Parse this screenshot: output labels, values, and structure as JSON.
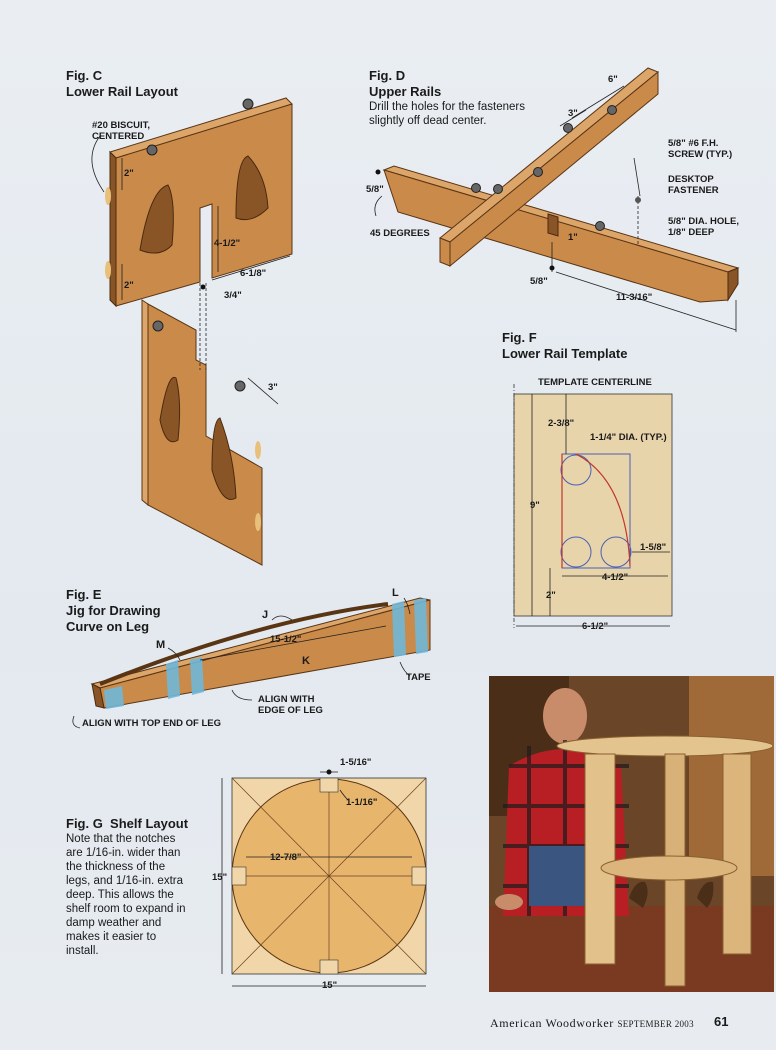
{
  "figC": {
    "title": "Fig. C",
    "subtitle": "Lower Rail Layout",
    "labels": [
      "#20 BISCUIT,",
      "CENTERED",
      "2\"",
      "2\"",
      "4-1/2\"",
      "6-1/8\"",
      "3/4\"",
      "3\""
    ]
  },
  "figD": {
    "title": "Fig. D",
    "subtitle": "Upper Rails",
    "desc_line1": "Drill the holes for the fasteners",
    "desc_line2": "slightly off dead center.",
    "labels": [
      "6\"",
      "3\"",
      "5/8\" #6 F.H.",
      "SCREW (TYP.)",
      "DESKTOP",
      "FASTENER",
      "5/8\" DIA. HOLE,",
      "1/8\" DEEP",
      "5/8\"",
      "45 DEGREES",
      "1\"",
      "5/8\"",
      "11-3/16\""
    ]
  },
  "figF": {
    "title": "Fig. F",
    "subtitle": "Lower Rail Template",
    "labels": [
      "TEMPLATE CENTERLINE",
      "2-3/8\"",
      "1-1/4\" DIA. (TYP.)",
      "9\"",
      "1-5/8\"",
      "4-1/2\"",
      "2\"",
      "6-1/2\""
    ]
  },
  "figE": {
    "title": "Fig. E",
    "subtitle_line1": "Jig for Drawing",
    "subtitle_line2": "Curve on Leg",
    "labels": [
      "J",
      "L",
      "M",
      "15-1/2\"",
      "K",
      "TAPE",
      "ALIGN WITH",
      "EDGE OF LEG",
      "ALIGN WITH TOP END OF LEG"
    ]
  },
  "figG": {
    "title": "Fig. G  Shelf Layout",
    "desc": [
      "Note that the notches",
      "are 1/16-in. wider than",
      "the thickness of the",
      "legs, and 1/16-in. extra",
      "deep. This allows the",
      "shelf room to expand in",
      "damp weather and",
      "makes it easier to",
      "install."
    ],
    "labels": [
      "1-5/16\"",
      "1-1/16\"",
      "12-7/8\"",
      "15\"",
      "15\""
    ]
  },
  "footer": {
    "magazine": "American Woodworker",
    "issue": "SEPTEMBER 2003",
    "page": "61"
  },
  "colors": {
    "wood": "#c98a4a",
    "template": "#e8d4ab",
    "shelf": "#e8b56c",
    "template_red": "#c0392b",
    "template_blue": "#4a5fb5"
  }
}
